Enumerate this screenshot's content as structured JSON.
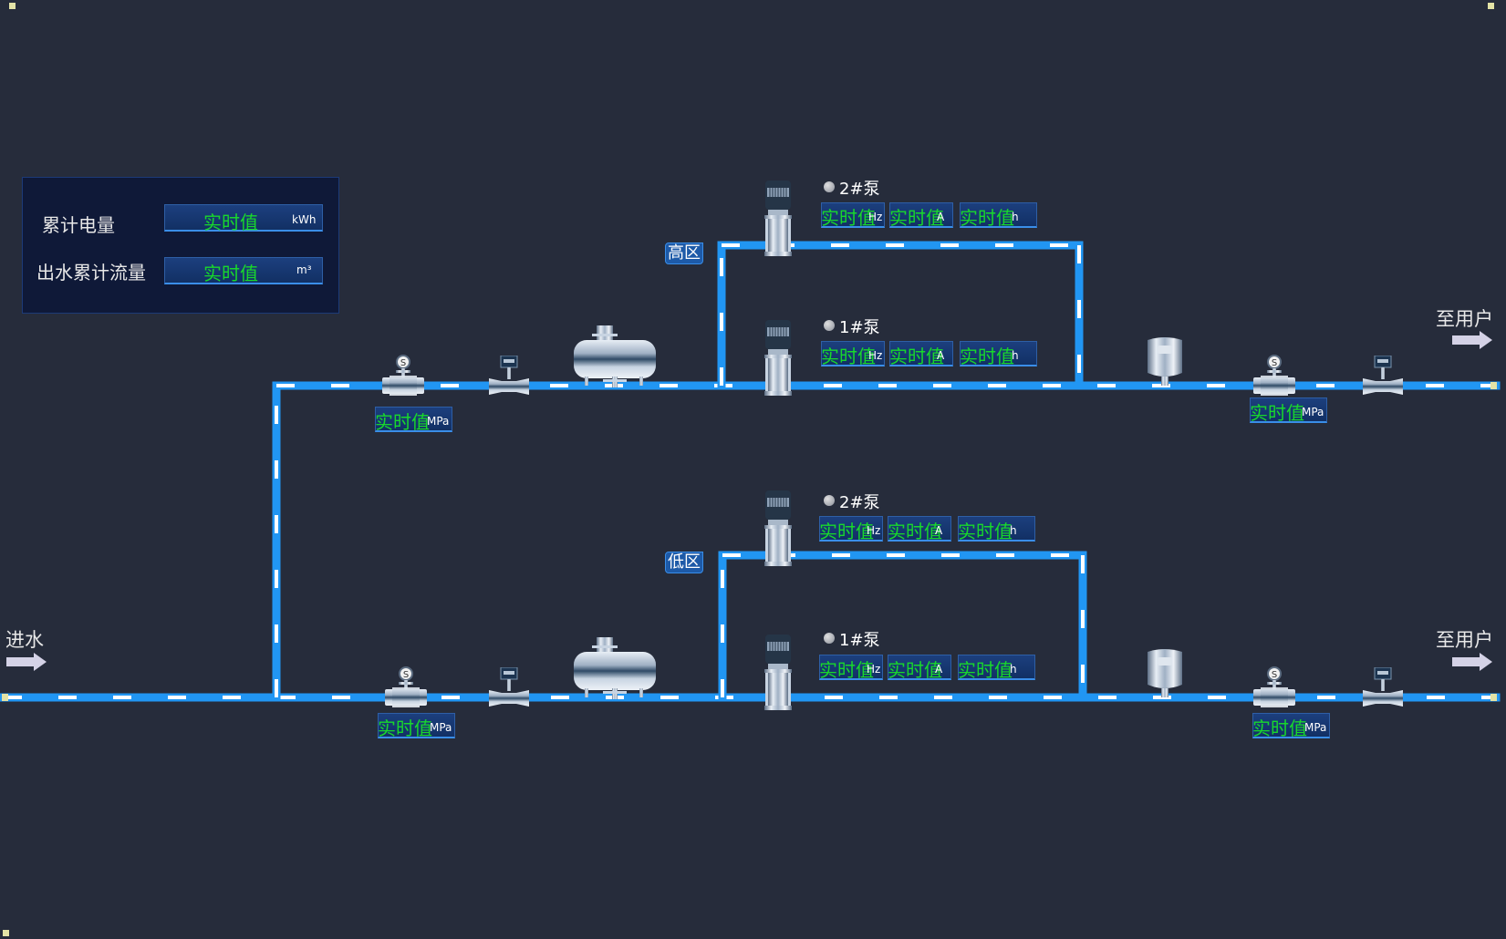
{
  "colors": {
    "background": "#262c3b",
    "pipe": "#2196f3",
    "pipe_dash": "#ffffff",
    "value_text": "#18d82c",
    "panel_bg": "#0f1938"
  },
  "summary_panel": {
    "rows": [
      {
        "label": "累计电量",
        "value": "实时值",
        "unit": "kWh"
      },
      {
        "label": "出水累计流量",
        "value": "实时值",
        "unit": "m³"
      }
    ]
  },
  "inlet": {
    "label": "进水",
    "icon": "arrow-right-icon"
  },
  "outlets": [
    {
      "label": "至用户",
      "icon": "arrow-right-icon"
    },
    {
      "label": "至用户",
      "icon": "arrow-right-icon"
    }
  ],
  "zones": {
    "high": {
      "label": "高区",
      "pressure_in": {
        "value": "实时值",
        "unit": "MPa"
      },
      "pressure_out": {
        "value": "实时值",
        "unit": "MPa"
      },
      "pumps": [
        {
          "name": "2#泵",
          "status": "off",
          "readings": [
            {
              "value": "实时值",
              "unit": "Hz"
            },
            {
              "value": "实时值",
              "unit": "A"
            },
            {
              "value": "实时值",
              "unit": "h"
            }
          ]
        },
        {
          "name": "1#泵",
          "status": "off",
          "readings": [
            {
              "value": "实时值",
              "unit": "Hz"
            },
            {
              "value": "实时值",
              "unit": "A"
            },
            {
              "value": "实时值",
              "unit": "h"
            }
          ]
        }
      ]
    },
    "low": {
      "label": "低区",
      "pressure_in": {
        "value": "实时值",
        "unit": "MPa"
      },
      "pressure_out": {
        "value": "实时值",
        "unit": "MPa"
      },
      "pumps": [
        {
          "name": "2#泵",
          "status": "off",
          "readings": [
            {
              "value": "实时值",
              "unit": "Hz"
            },
            {
              "value": "实时值",
              "unit": "A"
            },
            {
              "value": "实时值",
              "unit": "h"
            }
          ]
        },
        {
          "name": "1#泵",
          "status": "off",
          "readings": [
            {
              "value": "实时值",
              "unit": "Hz"
            },
            {
              "value": "实时值",
              "unit": "A"
            },
            {
              "value": "实时值",
              "unit": "h"
            }
          ]
        }
      ]
    }
  }
}
